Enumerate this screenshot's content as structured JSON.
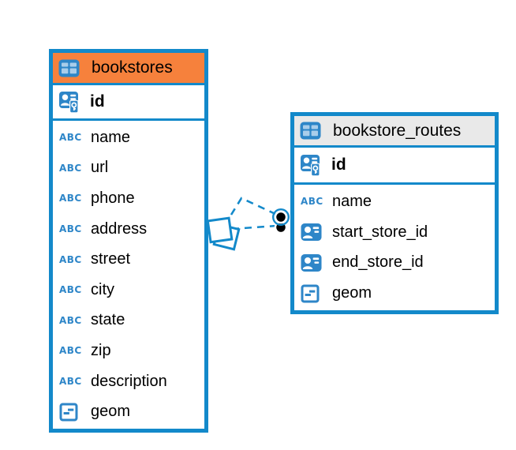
{
  "icons": {
    "abc_label": "ABC",
    "header_icon": "table-icon",
    "pk_icon": "primary-key-icon",
    "fk_icon": "foreign-key-icon",
    "text_icon": "text-type-icon",
    "geom_icon": "geometry-type-icon"
  },
  "colors": {
    "table_border": "#1389CA",
    "bookstores_header": "#F6813C",
    "routes_header": "#E9E9E9",
    "icon_blue": "#2E86C8",
    "icon_cell_light": "#A9CDEA",
    "connection_blue": "#1389CA",
    "marker_dot": "#000000"
  },
  "tables": [
    {
      "name": "bookstores",
      "primary_key": "id",
      "fields": [
        {
          "name": "name",
          "icon": "text-type-icon"
        },
        {
          "name": "url",
          "icon": "text-type-icon"
        },
        {
          "name": "phone",
          "icon": "text-type-icon"
        },
        {
          "name": "address",
          "icon": "text-type-icon"
        },
        {
          "name": "street",
          "icon": "text-type-icon"
        },
        {
          "name": "city",
          "icon": "text-type-icon"
        },
        {
          "name": "state",
          "icon": "text-type-icon"
        },
        {
          "name": "zip",
          "icon": "text-type-icon"
        },
        {
          "name": "description",
          "icon": "text-type-icon"
        },
        {
          "name": "geom",
          "icon": "geometry-type-icon"
        }
      ]
    },
    {
      "name": "bookstore_routes",
      "primary_key": "id",
      "fields": [
        {
          "name": "name",
          "icon": "text-type-icon"
        },
        {
          "name": "start_store_id",
          "icon": "foreign-key-icon"
        },
        {
          "name": "end_store_id",
          "icon": "foreign-key-icon"
        },
        {
          "name": "geom",
          "icon": "geometry-type-icon"
        }
      ]
    }
  ],
  "relationships": [
    {
      "from": "bookstore_routes.start_store_id",
      "to": "bookstores.id",
      "style": "dashed"
    },
    {
      "from": "bookstore_routes.end_store_id",
      "to": "bookstores.id",
      "style": "dashed"
    }
  ]
}
